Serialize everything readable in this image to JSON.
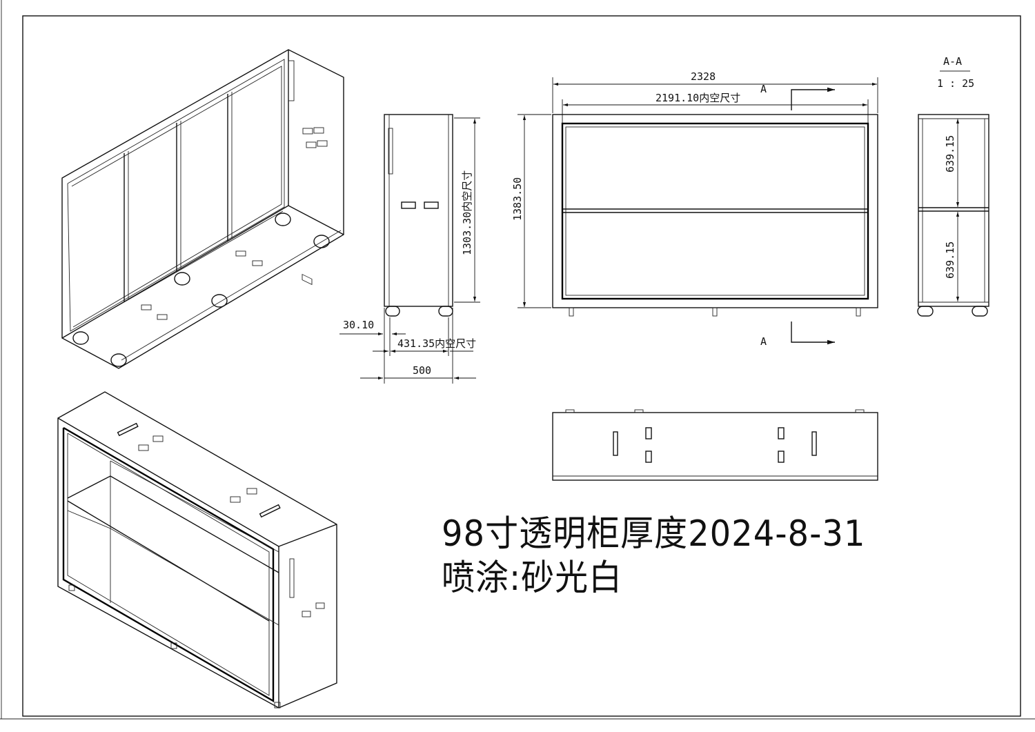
{
  "drawing": {
    "title_note": "98寸透明柜厚度2024-8-31",
    "finish_note": "喷涂:砂光白",
    "section_label": "A-A",
    "section_scale": "1 : 25",
    "section_marker_top": "A",
    "section_marker_bottom": "A"
  },
  "dimensions": {
    "overall_width": "2328",
    "inner_width": "2191.10内空尺寸",
    "overall_height": "1383.50",
    "inner_height": "1303.30内空尺寸",
    "side_panel": "30.10",
    "inner_depth": "431.35内空尺寸",
    "overall_depth": "500",
    "section_upper": "639.15",
    "section_lower": "639.15"
  }
}
